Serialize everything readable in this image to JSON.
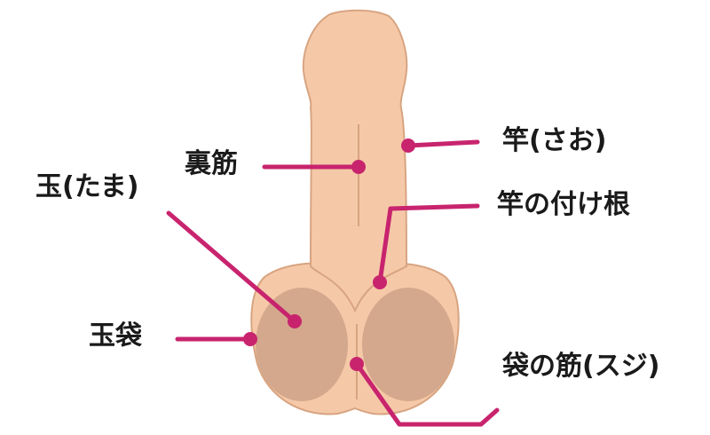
{
  "colors": {
    "skin": "#F5C9A8",
    "skin_outline": "#D8A481",
    "testis": "#D3A88C",
    "callout": "#C8246E"
  },
  "labels": {
    "shaft": "竿(さお)",
    "frenulum": "裏筋",
    "ball": "玉(たま)",
    "shaft_base": "竿の付け根",
    "scrotum": "玉袋",
    "scrotal_raphe": "袋の筋(スジ)"
  }
}
